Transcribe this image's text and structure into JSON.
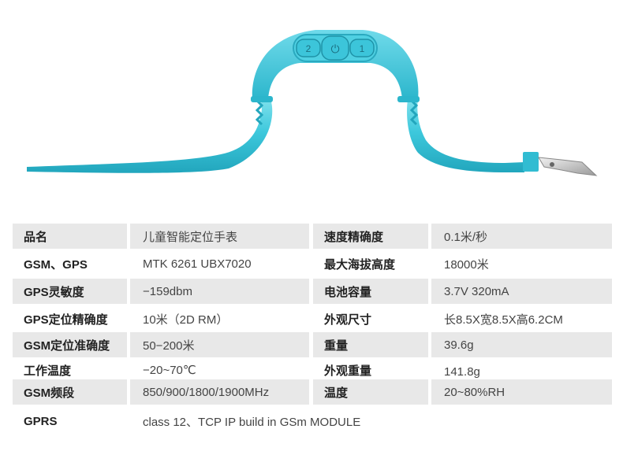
{
  "product": {
    "buttons": [
      {
        "name": "button-2",
        "label": "2"
      },
      {
        "name": "power-button",
        "label": "⏻"
      },
      {
        "name": "button-1",
        "label": "1"
      }
    ]
  },
  "specs": [
    {
      "k1": "品名",
      "v1": "儿童智能定位手表",
      "k2": "速度精确度",
      "v2": "0.1米/秒"
    },
    {
      "k1": "GSM、GPS",
      "v1": "MTK 6261 UBX7020",
      "k2": "最大海拔高度",
      "v2": "18000米"
    },
    {
      "k1": "GPS灵敏度",
      "v1": "−159dbm",
      "k2": "电池容量",
      "v2": "3.7V 320mA"
    },
    {
      "k1": "GPS定位精确度",
      "v1": "10米（2D RM）",
      "k2": "外观尺寸",
      "v2": "长8.5X宽8.5X高6.2CM"
    },
    {
      "k1": "GSM定位准确度",
      "v1": "50−200米",
      "k2": "重量",
      "v2": "39.6g"
    },
    {
      "k1": "工作温度",
      "v1": "−20~70℃",
      "k2": "外观重量",
      "v2": "141.8g"
    },
    {
      "k1": "GSM频段",
      "v1": "850/900/1800/1900MHz",
      "k2": "温度",
      "v2": "20~80%RH"
    },
    {
      "k1": "GPRS",
      "v1": "class 12、TCP IP build in GSm MODULE"
    }
  ],
  "colors": {
    "band": "#3dc8dc",
    "band_shadow": "#25a9bf",
    "band_light": "#7ee0ec",
    "row_shade": "#e8e8e8"
  }
}
